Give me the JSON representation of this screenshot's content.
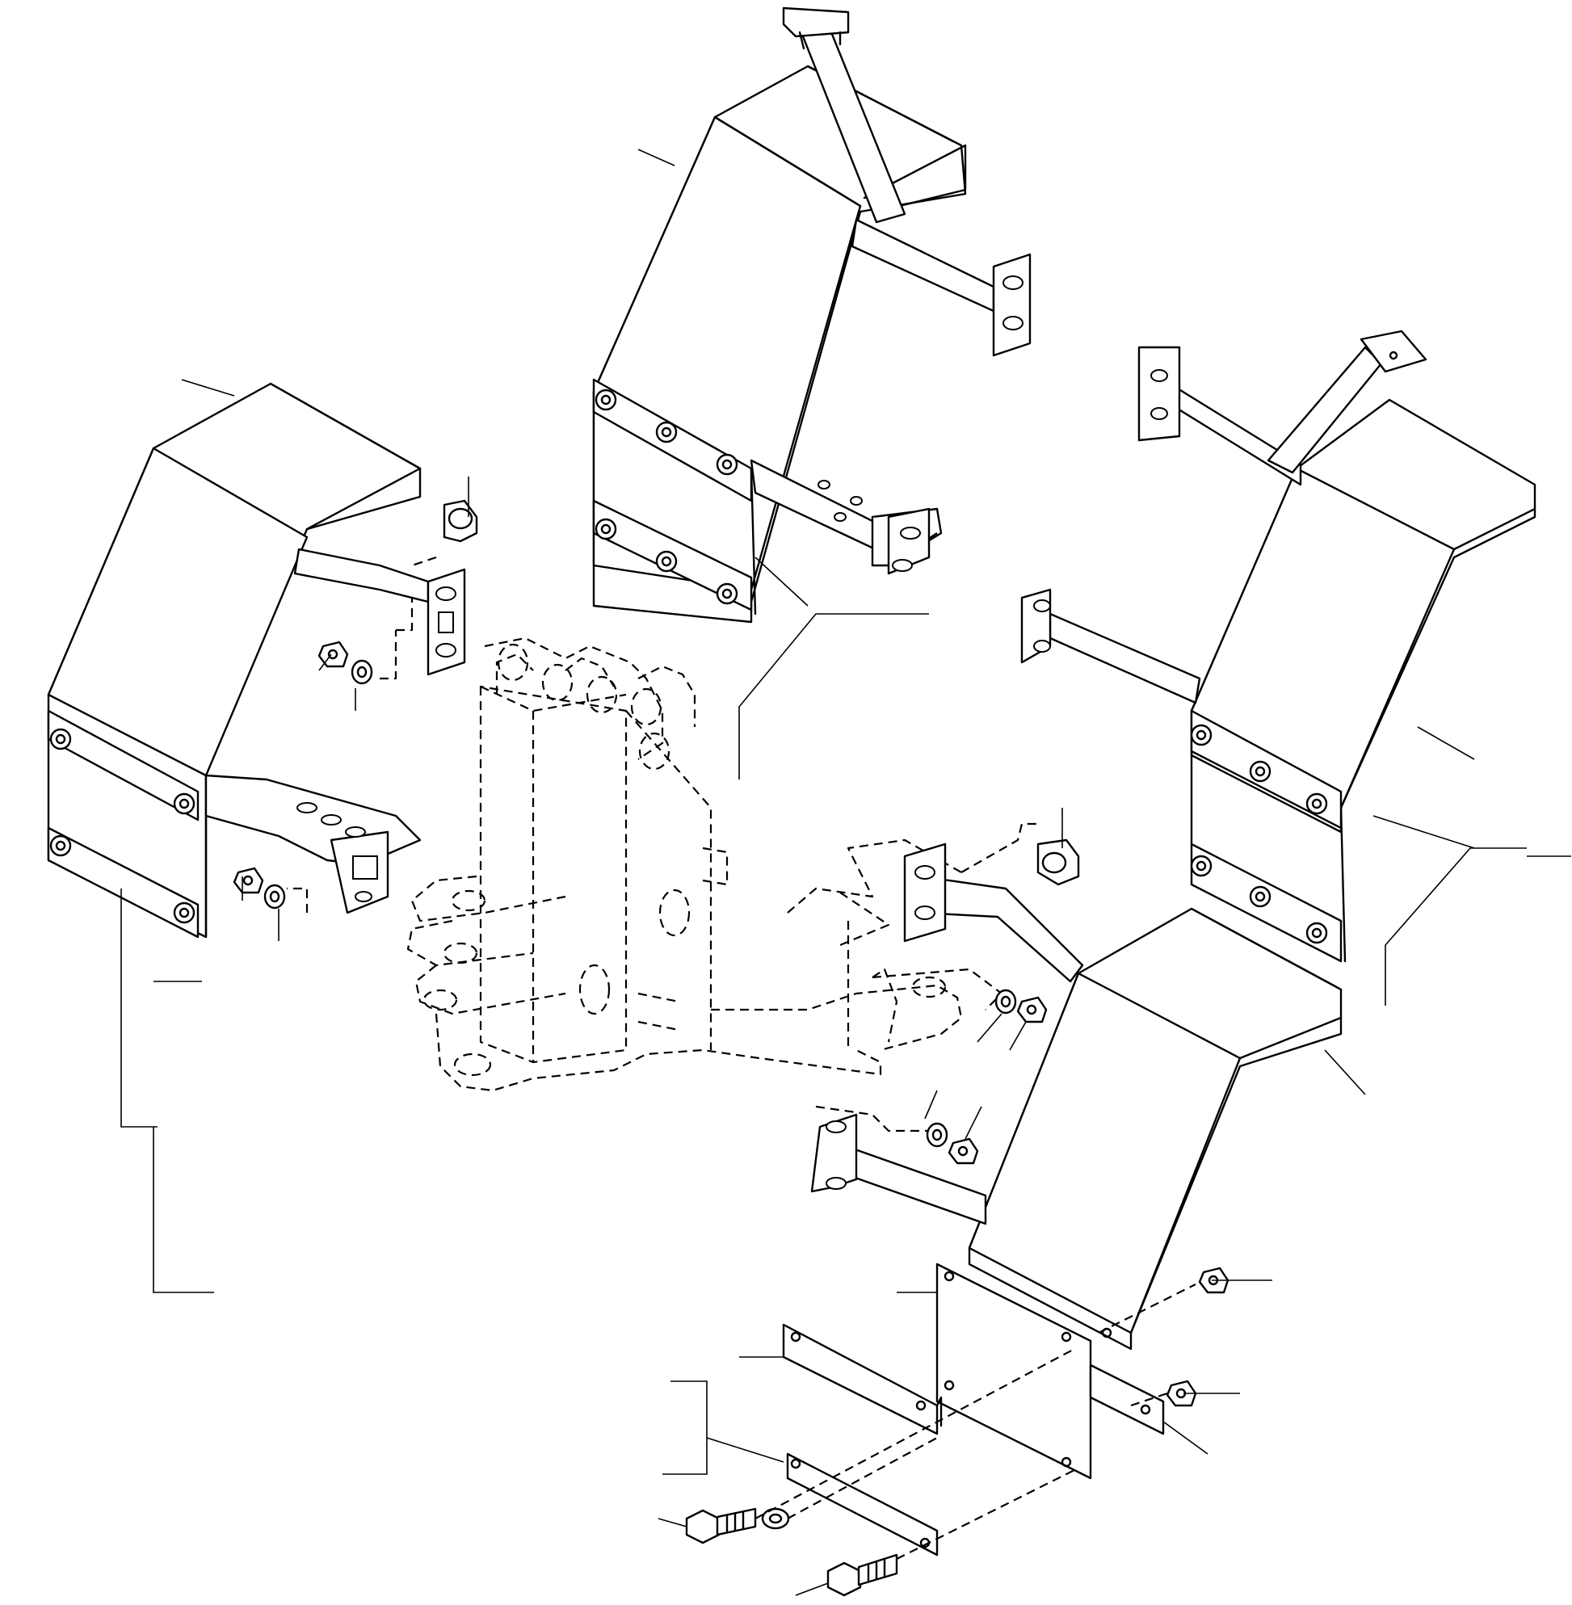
{
  "diagram": {
    "type": "exploded-parts-drawing",
    "view": "isometric",
    "line_color": "#000000",
    "background": "#ffffff",
    "parts": [
      "fender-front-left",
      "fender-rear-center",
      "fender-rear-right",
      "fender-front-right",
      "frame-mount",
      "mud-flap-plate",
      "clamp-strip",
      "clamp-strip-lower",
      "clamp-strip-right",
      "hex-bolt",
      "hex-nut",
      "washer",
      "cap-nut"
    ]
  }
}
